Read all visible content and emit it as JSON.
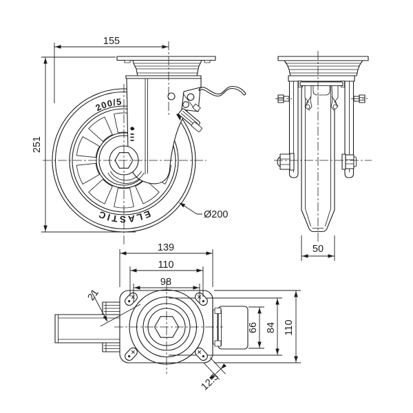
{
  "app": {
    "type": "technical-drawing",
    "subject": "swivel caster wheel with brake - three orthographic views",
    "background": "#ffffff",
    "line_color": "#1c1c1c"
  },
  "views": {
    "front": {
      "dim_offset_width": "155",
      "dim_overall_height": "251",
      "dim_wheel_diameter": "Ø200",
      "tire_marking_top": "200/5",
      "tire_marking_bottom": "ELASTIC"
    },
    "side": {
      "dim_wheel_width": "50"
    },
    "plan": {
      "dim_plate_width": "139",
      "dim_slot_span_outer": "110",
      "dim_slot_span_inner": "98",
      "dim_slot_length": "21",
      "dim_slot_width": "12.5",
      "dim_wheel_width": "66",
      "dim_bearing_diameter": "84",
      "dim_plate_depth": "110"
    }
  }
}
